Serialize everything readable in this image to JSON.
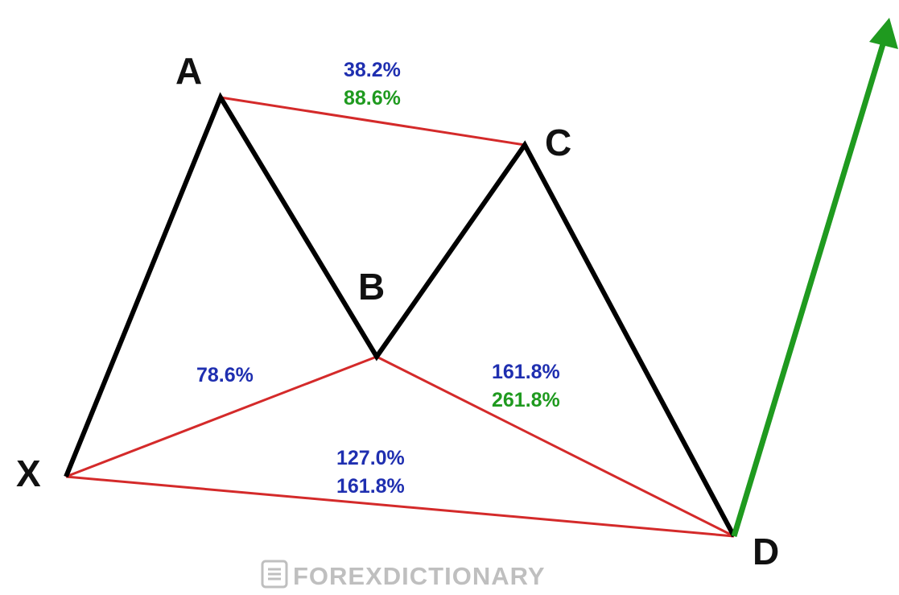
{
  "points": {
    "x": "X",
    "a": "A",
    "b": "B",
    "c": "C",
    "d": "D"
  },
  "ratios": {
    "ac_retracement": "38.2%",
    "ac_alt": "88.6%",
    "xb_retracement": "78.6%",
    "bd_extension": "161.8%",
    "bd_alt": "261.8%",
    "xd_extension": "127.0%",
    "xd_alt": "161.8%"
  },
  "watermark": {
    "text": "FOREXDICTIONARY"
  },
  "colors": {
    "legs": "#000000",
    "ratio_lines": "#d42a2a",
    "arrow": "#1f9a1f",
    "blue_text": "#1f2fb0",
    "green_text": "#1f9a1f",
    "watermark": "#bfbfbf"
  }
}
